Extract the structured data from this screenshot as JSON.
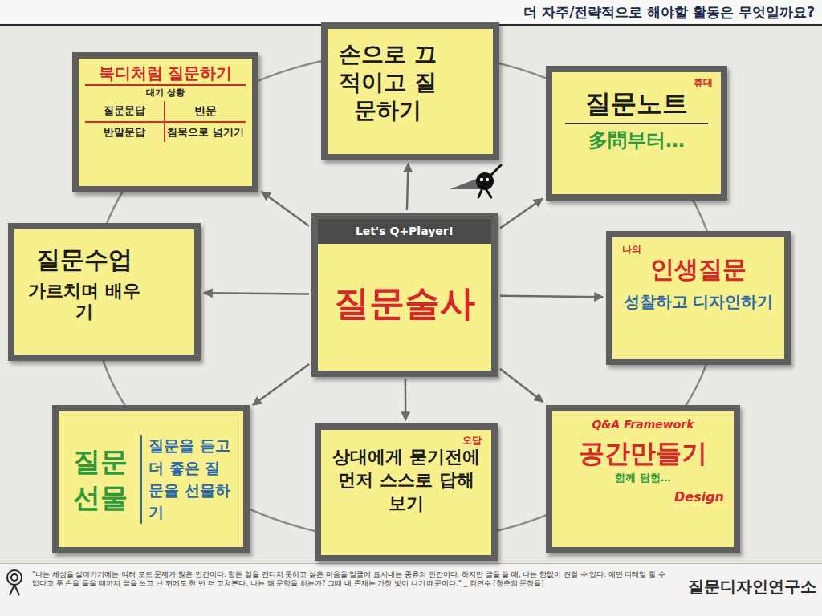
{
  "diagram": {
    "title": "더 자주/전략적으로 해야할 활동은 무엇일까요?",
    "nodes": [
      {
        "text": [
          "북디처럼 질문하기",
          "대기 상황",
          "질문문답",
          "빈문",
          "반말문답",
          "침묵으로 넘기기"
        ]
      },
      {
        "text": [
          "손으로 끄적이고 질문하기"
        ]
      },
      {
        "text": [
          "휴대",
          "질문노트",
          "多問부터…"
        ]
      },
      {
        "text": [
          "질문수업",
          "가르치며 배우기"
        ]
      },
      {
        "text": [
          "Let's Q+Player!",
          "질문술사"
        ]
      },
      {
        "text": [
          "나의",
          "인생질문",
          "성찰하고 디자인하기"
        ]
      },
      {
        "text": [
          "질문 선물",
          "질문을 듣고 더 좋은 질문을 선물하기"
        ]
      },
      {
        "text": [
          "오답",
          "상대에게 묻기전에 먼저 스스로 답해보기"
        ]
      },
      {
        "text": [
          "Q&A Framework",
          "공간만들기",
          "함께 탐험…",
          "Design"
        ]
      }
    ],
    "edges": [
      {
        "from": 4,
        "to": 0,
        "arrow": "to"
      },
      {
        "from": 4,
        "to": 1,
        "arrow": "to"
      },
      {
        "from": 4,
        "to": 2,
        "arrow": "to"
      },
      {
        "from": 4,
        "to": 3,
        "arrow": "to"
      },
      {
        "from": 4,
        "to": 5,
        "arrow": "to"
      },
      {
        "from": 4,
        "to": 6,
        "arrow": "to"
      },
      {
        "from": 4,
        "to": 7,
        "arrow": "to"
      },
      {
        "from": 4,
        "to": 8,
        "arrow": "to"
      }
    ],
    "labels": [
      "\"나는 세상을 살아가기에는 여러 모로 문제가 많은 인간이다. 힘든 일을 견디지 못하고 싫은 마음을 얼굴에 표시내는 종류의 인간이다. 하지만 글을 쓸 때, 나는 한없이 견딜 수 있다. 예민 디테일 할 수 없다고 두 손을 들을 때까지 글을 쓰고 난 뒤에도 한 번 더 고쳐본다. 나는 왜 문학을 하는가? 그때 내 존재는 가장 빛이 나기 때문이다.\" _ 김연수 [청춘의 문장들]",
      "질문디자인연구소"
    ]
  }
}
